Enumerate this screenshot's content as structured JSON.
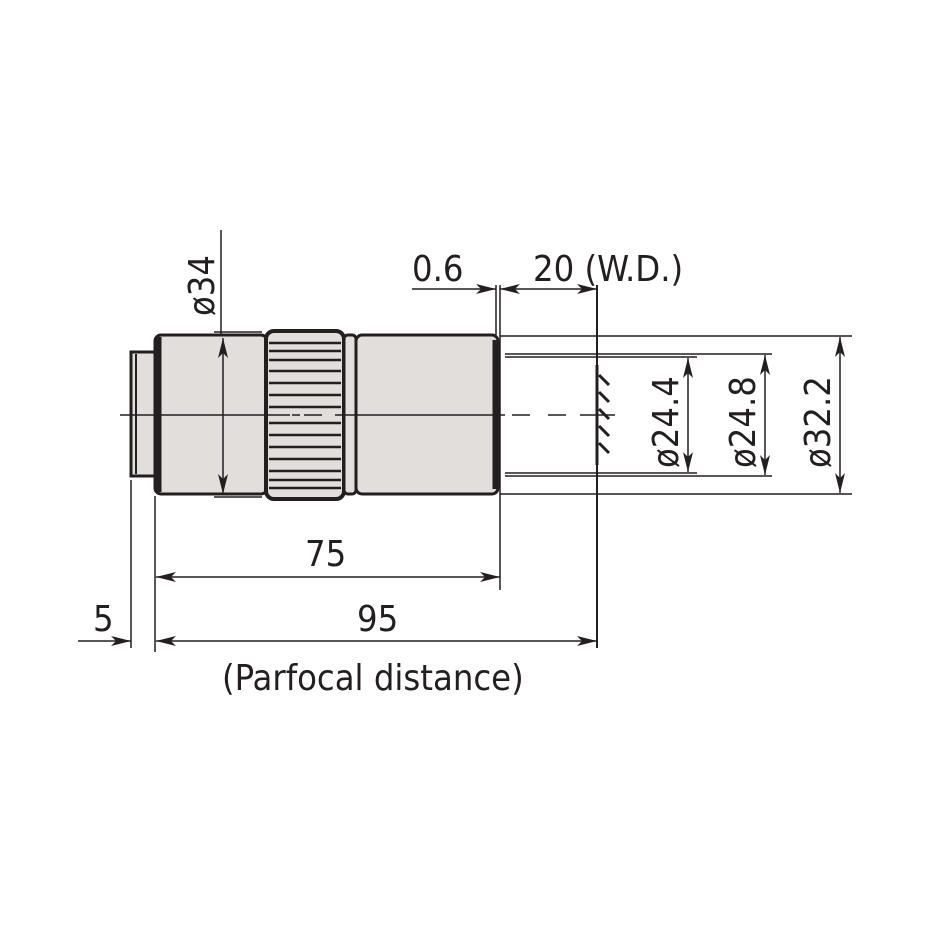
{
  "drawing": {
    "subject": "objective lens dimension drawing",
    "colors": {
      "line": "#231f20",
      "body": "#e1dedc",
      "background": "#ffffff"
    },
    "labels": {
      "dia_34": "ø34",
      "offset_06": "0.6",
      "wd_20": "20 (W.D.)",
      "dia_244": "ø24.4",
      "dia_248": "ø24.8",
      "dia_322": "ø32.2",
      "len_75": "75",
      "len_95": "95",
      "len_5": "5",
      "parfocal": "(Parfocal distance)"
    }
  }
}
